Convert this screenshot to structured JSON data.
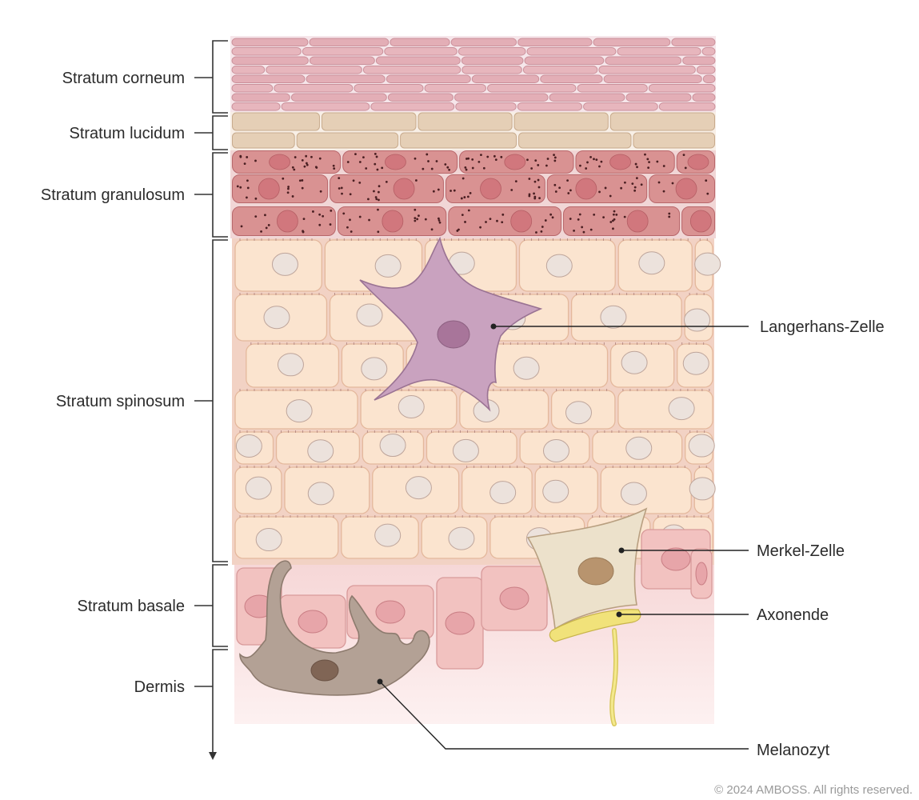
{
  "layers": [
    {
      "id": "corneum",
      "label": "Stratum corneum"
    },
    {
      "id": "lucidum",
      "label": "Stratum lucidum"
    },
    {
      "id": "granulosum",
      "label": "Stratum granulosum"
    },
    {
      "id": "spinosum",
      "label": "Stratum spinosum"
    },
    {
      "id": "basale",
      "label": "Stratum basale"
    },
    {
      "id": "dermis",
      "label": "Dermis"
    }
  ],
  "cells": [
    {
      "id": "langerhans",
      "label": "Langerhans-Zelle"
    },
    {
      "id": "merkel",
      "label": "Merkel-Zelle"
    },
    {
      "id": "axon",
      "label": "Axonende"
    },
    {
      "id": "melanocyte",
      "label": "Melanozyt"
    }
  ],
  "copyright": "© 2024 AMBOSS. All rights reserved.",
  "colors": {
    "corneum": "#e3aeb6",
    "lucidum": "#e5cfb6",
    "granulosum": "#d99292",
    "spinosum": "#fbe4cf",
    "basale": "#f2c2c0",
    "dermis": "#f9e1e1",
    "langerhans": "#c79fbc",
    "melanocyte": "#b3a195",
    "merkel": "#ece1cb",
    "axon": "#f1e27a"
  }
}
